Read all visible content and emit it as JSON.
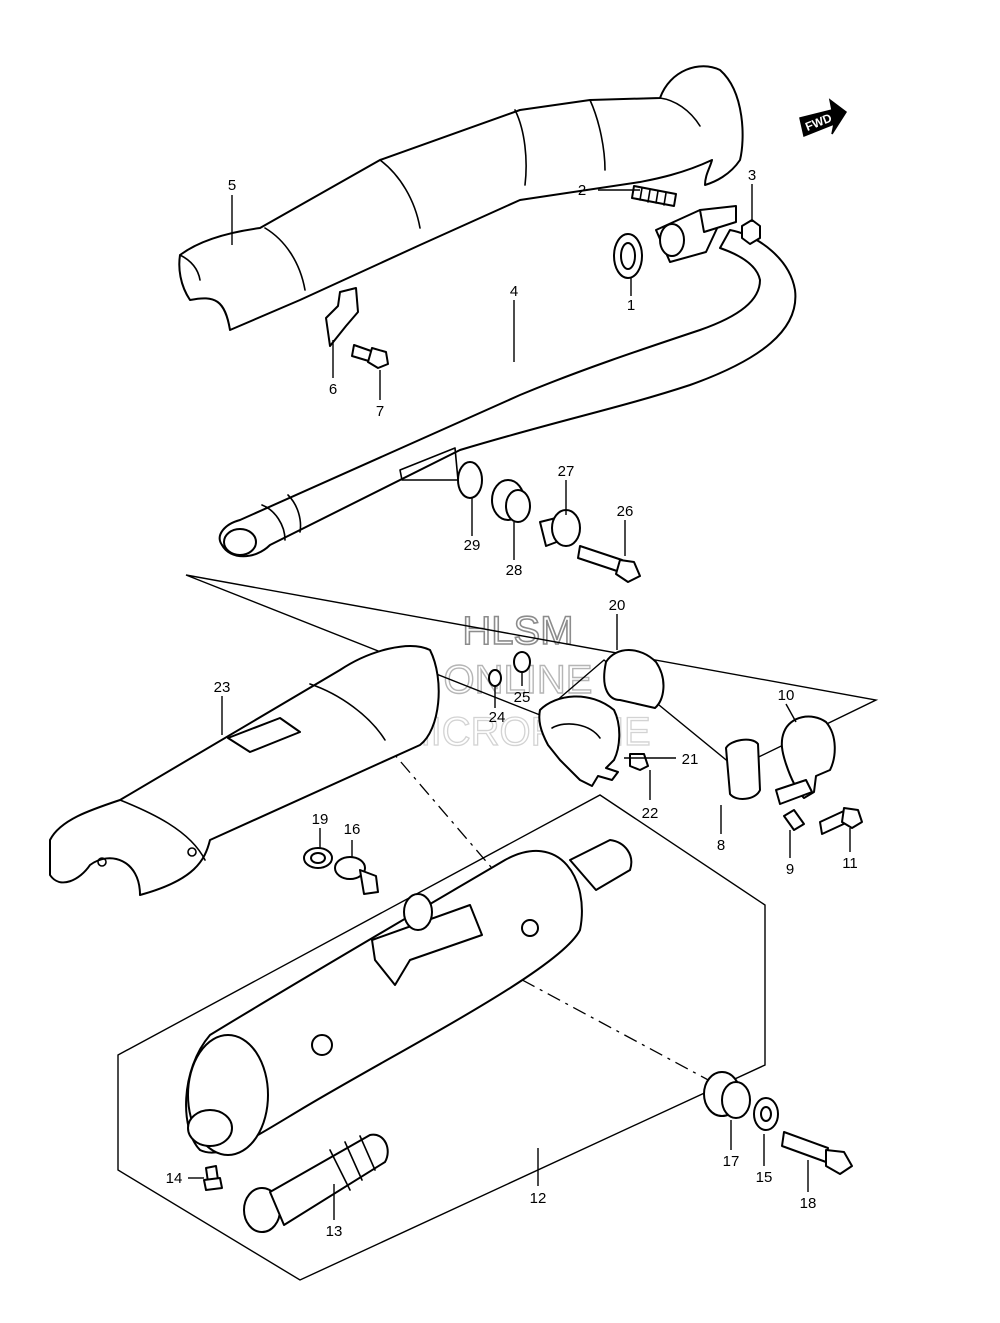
{
  "watermark": {
    "line1": "HLSM",
    "line2": "ONLINE",
    "line3": "MICROFICHE"
  },
  "direction_badge": {
    "label": "FWD",
    "icon": "forward-arrow-icon"
  },
  "colors": {
    "lines": "#000000",
    "background": "#ffffff",
    "watermark": "#8c8c8c"
  },
  "callouts": {
    "c1": "1",
    "c2": "2",
    "c3": "3",
    "c4": "4",
    "c5": "5",
    "c6": "6",
    "c7": "7",
    "c8": "8",
    "c9": "9",
    "c10": "10",
    "c11": "11",
    "c12": "12",
    "c13": "13",
    "c14": "14",
    "c15": "15",
    "c16": "16",
    "c17": "17",
    "c18": "18",
    "c19": "19",
    "c20": "20",
    "c21": "21",
    "c22": "22",
    "c23": "23",
    "c24": "24",
    "c25": "25",
    "c26": "26",
    "c27": "27",
    "c28": "28",
    "c29": "29"
  }
}
